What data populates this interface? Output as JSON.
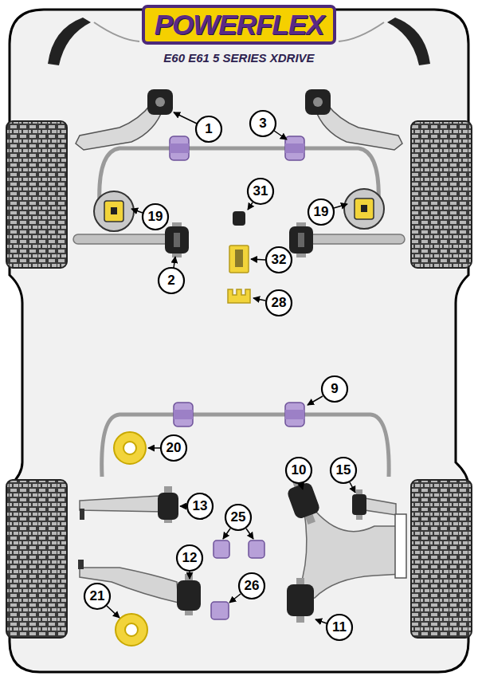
{
  "diagram": {
    "title": "E60 E61 5 SERIES XDRIVE",
    "nodes": [
      {
        "text": [
          "POWERFLEX"
        ]
      },
      {
        "text": [
          "1"
        ]
      },
      {
        "text": [
          "3"
        ]
      },
      {
        "text": [
          "31"
        ]
      },
      {
        "text": [
          "19"
        ]
      },
      {
        "text": [
          "19"
        ]
      },
      {
        "text": [
          "2"
        ]
      },
      {
        "text": [
          "32"
        ]
      },
      {
        "text": [
          "28"
        ]
      },
      {
        "text": [
          "9"
        ]
      },
      {
        "text": [
          "20"
        ]
      },
      {
        "text": [
          "10"
        ]
      },
      {
        "text": [
          "15"
        ]
      },
      {
        "text": [
          "13"
        ]
      },
      {
        "text": [
          "25"
        ]
      },
      {
        "text": [
          "12"
        ]
      },
      {
        "text": [
          "26"
        ]
      },
      {
        "text": [
          "21"
        ]
      },
      {
        "text": [
          "11"
        ]
      }
    ]
  }
}
